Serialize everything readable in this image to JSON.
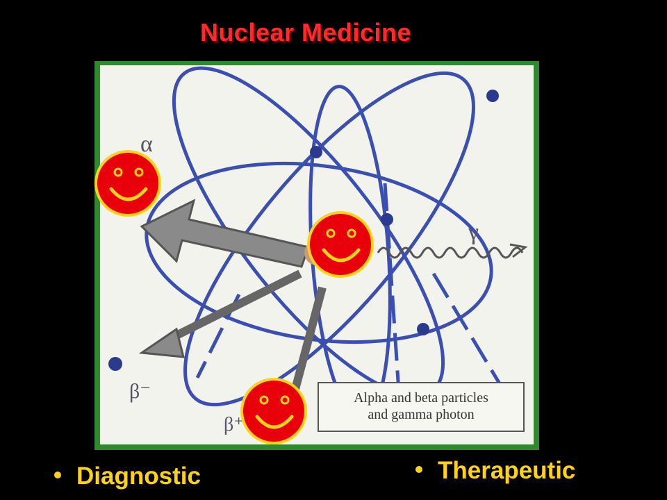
{
  "slide": {
    "title": "Nuclear Medicine"
  },
  "figure": {
    "caption_line1": "Alpha and beta particles",
    "caption_line2": "and gamma photon",
    "alpha_symbol": "α",
    "gamma_symbol": "γ",
    "beta_minus_symbol": "β⁻",
    "beta_plus_symbol": "β⁺"
  },
  "bullets": {
    "left": "Diagnostic",
    "right": "Therapeutic"
  },
  "colors": {
    "title": "#ff2a2a",
    "bullet_text": "#ffd21a",
    "smiley_face": "#e8000a",
    "smiley_outline": "#ffd21a",
    "orbit": "#3a4fb0",
    "figure_border": "#2f8a2f"
  }
}
